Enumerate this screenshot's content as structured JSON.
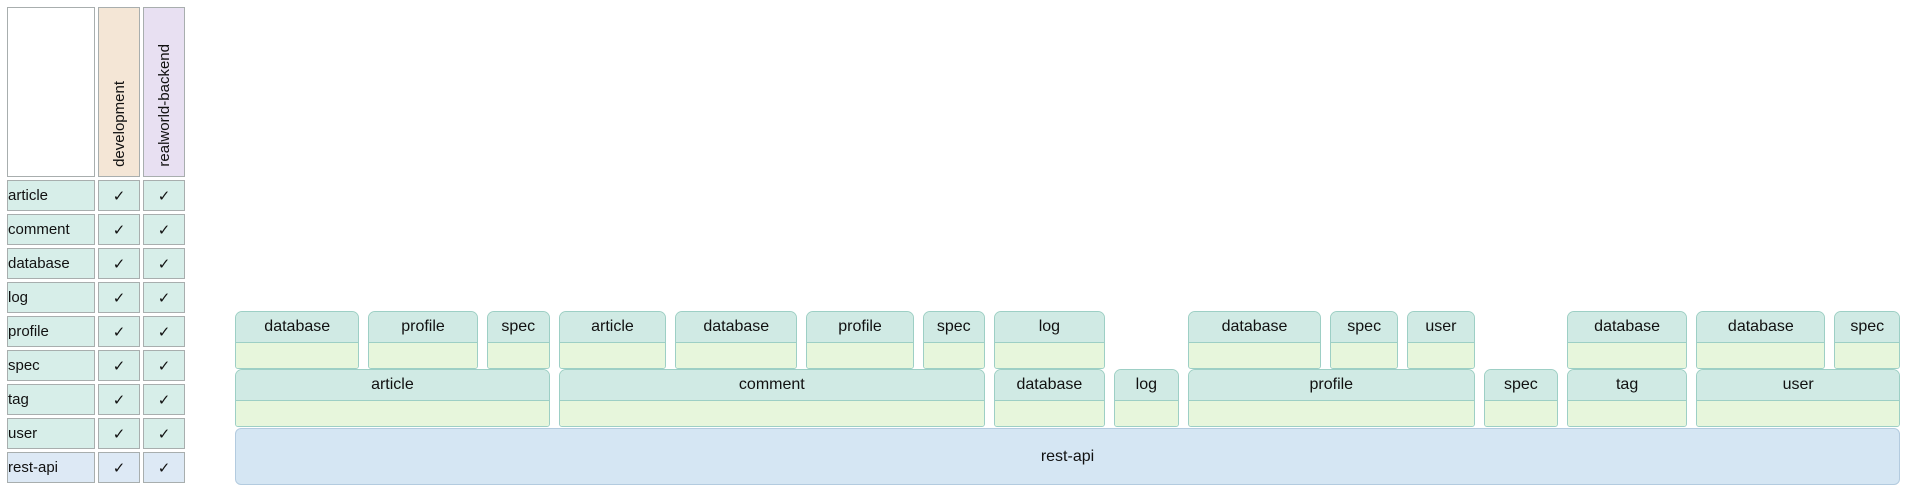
{
  "table": {
    "columns": [
      "development",
      "realworld-backend"
    ],
    "check_glyph": "✓",
    "rows": [
      {
        "label": "article",
        "development": "✓",
        "realworld_backend": "✓",
        "variant": "teal"
      },
      {
        "label": "comment",
        "development": "✓",
        "realworld_backend": "✓",
        "variant": "teal"
      },
      {
        "label": "database",
        "development": "✓",
        "realworld_backend": "✓",
        "variant": "teal"
      },
      {
        "label": "log",
        "development": "✓",
        "realworld_backend": "✓",
        "variant": "teal"
      },
      {
        "label": "profile",
        "development": "✓",
        "realworld_backend": "✓",
        "variant": "teal"
      },
      {
        "label": "spec",
        "development": "✓",
        "realworld_backend": "✓",
        "variant": "teal"
      },
      {
        "label": "tag",
        "development": "✓",
        "realworld_backend": "✓",
        "variant": "teal"
      },
      {
        "label": "user",
        "development": "✓",
        "realworld_backend": "✓",
        "variant": "teal"
      },
      {
        "label": "rest-api",
        "development": "✓",
        "realworld_backend": "✓",
        "variant": "blue"
      }
    ]
  },
  "diagram": {
    "root_label": "rest-api",
    "modules": [
      {
        "label": "article",
        "deps": [
          "database",
          "profile",
          "spec"
        ]
      },
      {
        "label": "comment",
        "deps": [
          "article",
          "database",
          "profile",
          "spec"
        ]
      },
      {
        "label": "database",
        "deps": [
          "log"
        ]
      },
      {
        "label": "log",
        "deps": []
      },
      {
        "label": "profile",
        "deps": [
          "database",
          "spec",
          "user"
        ]
      },
      {
        "label": "spec",
        "deps": []
      },
      {
        "label": "tag",
        "deps": [
          "database"
        ]
      },
      {
        "label": "user",
        "deps": [
          "database",
          "spec"
        ]
      }
    ]
  },
  "colors": {
    "block_teal": "#d0eae4",
    "block_green": "#e7f6dc",
    "block_border": "#9dcfc5",
    "bar_blue": "#d5e6f3",
    "bar_border": "#b3cbdf",
    "cell_teal": "#d7eee9",
    "cell_blue": "#dde9f5",
    "col_development": "#f4e6d6",
    "col_realworld": "#e8e0f2",
    "grid_border": "#a8aeae"
  }
}
